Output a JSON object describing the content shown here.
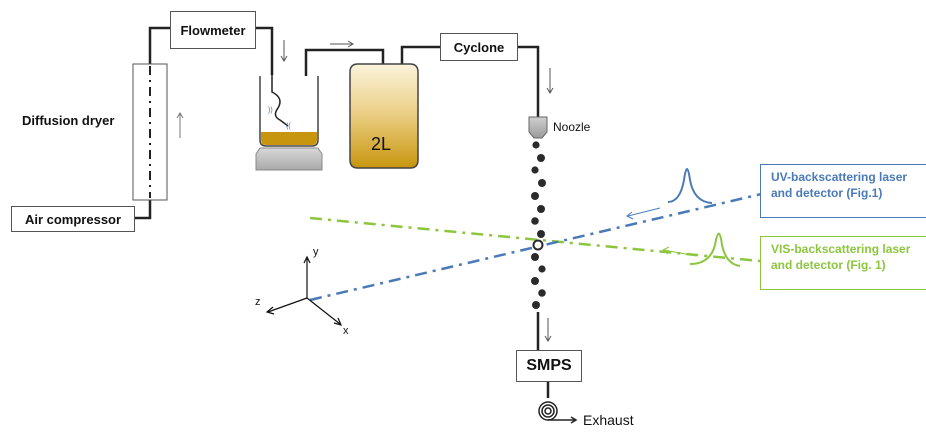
{
  "labels": {
    "flowmeter": "Flowmeter",
    "cyclone": "Cyclone",
    "diffusion_dryer": "Diffusion dryer",
    "air_compressor": "Air compressor",
    "bottle_volume": "2L",
    "nozzle": "Noozle",
    "smps": "SMPS",
    "exhaust": "Exhaust",
    "uv_laser_line1": "UV-backscattering laser",
    "uv_laser_line2": "and detector (Fig.1)",
    "vis_laser_line1": "VIS-backscattering laser",
    "vis_laser_line2": "and detector (Fig. 1)",
    "axis_x": "x",
    "axis_y": "y",
    "axis_z": "z"
  },
  "colors": {
    "uv_blue": "#4a7ab7",
    "vis_green": "#8cc63f",
    "liquid": "#c8960e",
    "particle": "#2b2b2b",
    "pipe": "#222222",
    "stand": "#c9c9c9"
  }
}
